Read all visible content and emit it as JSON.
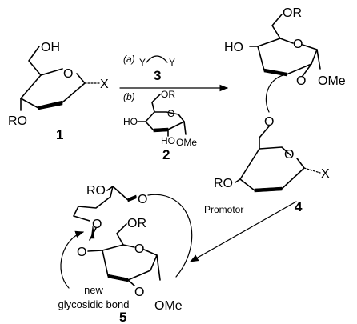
{
  "compound_1": {
    "number": "1",
    "oh_label": "OH",
    "ro_label": "RO",
    "x_label": "X"
  },
  "reagents": {
    "step_a_label": "(a)",
    "linker_y_left": "Y",
    "linker_y_right": "Y",
    "linker_number": "3",
    "step_b_label": "(b)",
    "compound_2": {
      "number": "2",
      "or_label": "OR",
      "ho_label": "HO",
      "ho_anomeric_label": "HO",
      "ome_label": "OMe"
    }
  },
  "compound_4": {
    "number": "4",
    "or_label": "OR",
    "ho_label": "HO",
    "ome_label": "OMe",
    "o_linker_label": "O",
    "ro_label": "RO",
    "x_label": "X"
  },
  "promotor_label": "Promotor",
  "compound_5": {
    "number": "5",
    "ro_label": "RO",
    "o_top_label": "O",
    "o_mid_label": "O",
    "or_label": "OR",
    "o_left_label": "O",
    "o_bottom_label": "O",
    "ome_label": "OMe",
    "caption_line1": "new",
    "caption_line2": "glycosidic bond"
  }
}
